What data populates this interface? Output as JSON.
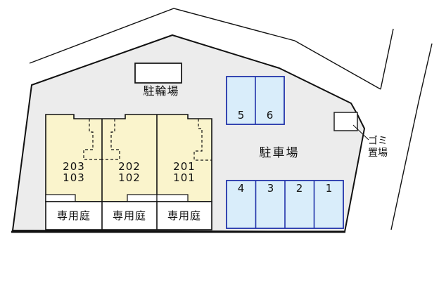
{
  "site_plan": {
    "bicycle_parking_label": "駐輪場",
    "parking_lot_label": "駐車場",
    "garbage_area": {
      "line1": "ゴミ",
      "line2": "置場"
    },
    "units": [
      {
        "upper_room": "203",
        "lower_room": "103",
        "garden_label": "専用庭"
      },
      {
        "upper_room": "202",
        "lower_room": "102",
        "garden_label": "専用庭"
      },
      {
        "upper_room": "201",
        "lower_room": "101",
        "garden_label": "専用庭"
      }
    ],
    "parking_spaces_upper": [
      {
        "label": "5"
      },
      {
        "label": "6"
      }
    ],
    "parking_spaces_lower": [
      {
        "label": "4"
      },
      {
        "label": "3"
      },
      {
        "label": "2"
      },
      {
        "label": "1"
      }
    ],
    "colors": {
      "site_fill": "#ececec",
      "building_fill": "#faf4cc",
      "garden_fill": "#ffffff",
      "parking_fill": "#d9edfa",
      "parking_border": "#2233aa",
      "outline": "#111111"
    }
  }
}
